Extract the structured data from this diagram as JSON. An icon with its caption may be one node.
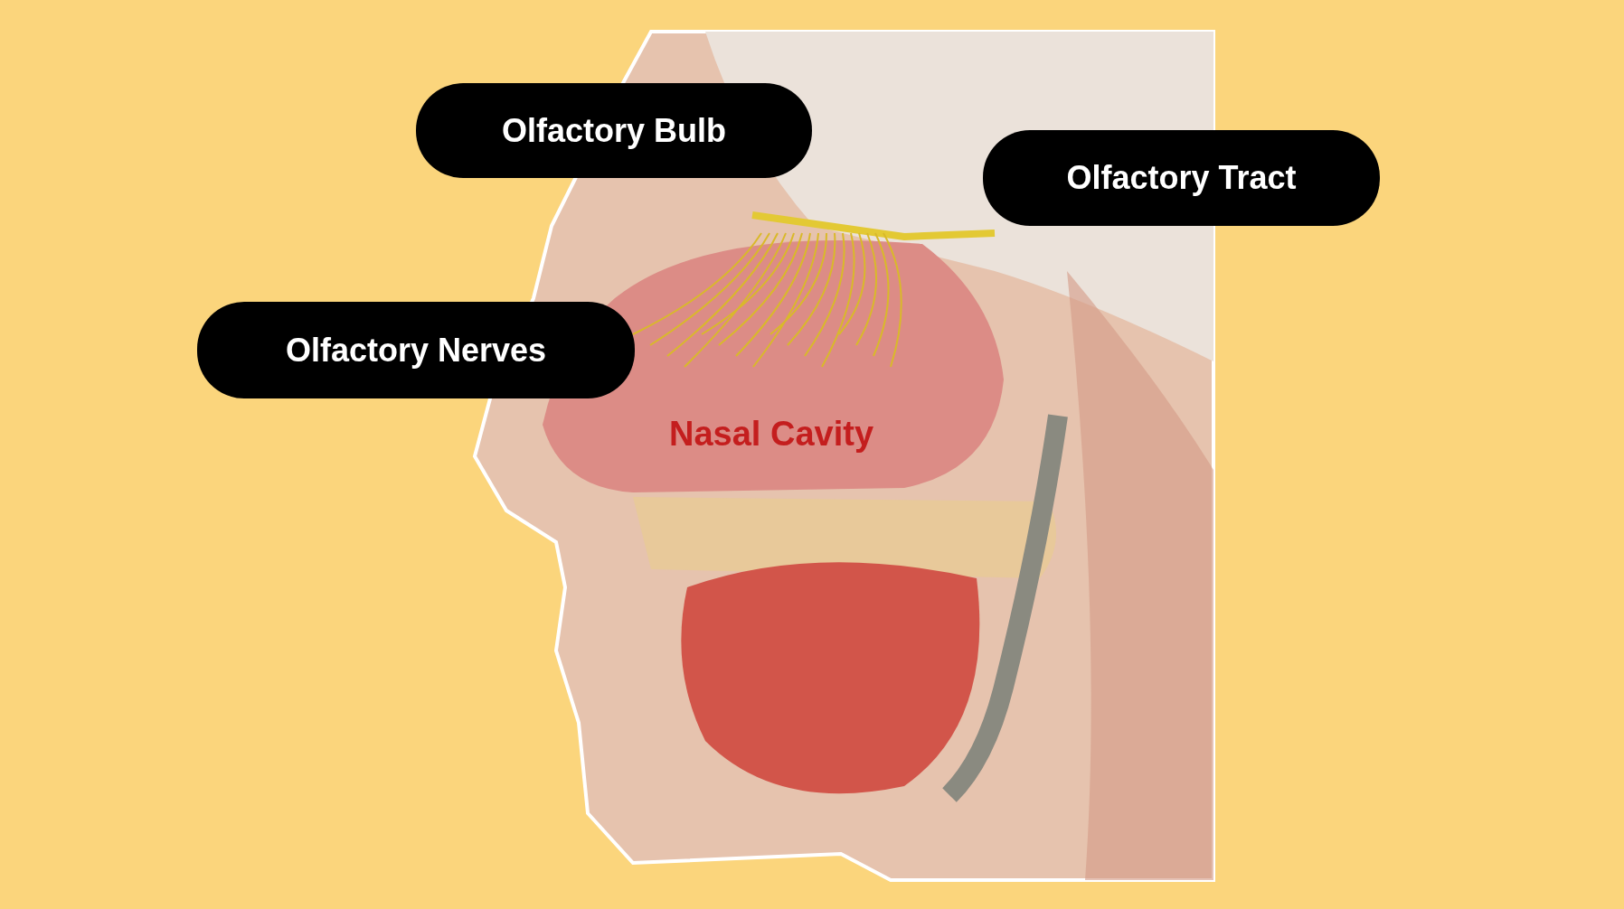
{
  "diagram": {
    "nodes": [
      {
        "text": [
          "Olfactory Bulb"
        ]
      },
      {
        "text": [
          "Olfactory Tract"
        ]
      },
      {
        "text": [
          "Olfactory Nerves"
        ]
      }
    ],
    "labels": [
      "Nasal Cavity"
    ]
  }
}
